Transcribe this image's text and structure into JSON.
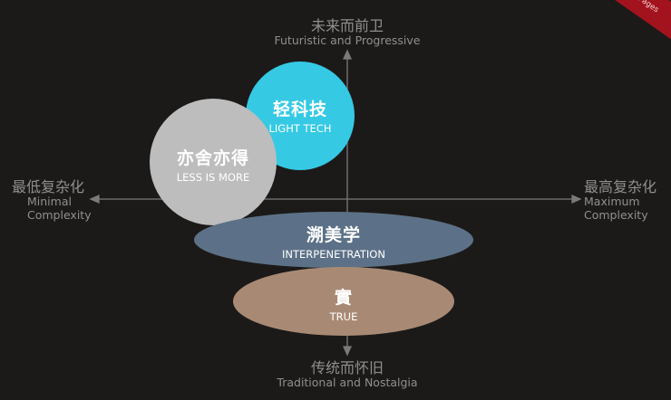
{
  "axes": {
    "top": {
      "zh": "未来而前卫",
      "en": "Futuristic and Progressive"
    },
    "bottom": {
      "zh": "传统而怀旧",
      "en": "Traditional and Nostalgia"
    },
    "left": {
      "zh": "最低复杂化",
      "en_line1": "Minimal",
      "en_line2": "Complexity"
    },
    "right": {
      "zh": "最高复杂化",
      "en_line1": "Maximum",
      "en_line2": "Complexity"
    }
  },
  "shapes": {
    "light_tech": {
      "zh": "轻科技",
      "en": "LIGHT TECH",
      "color": "#35c9e4"
    },
    "less_is_more": {
      "zh": "亦舍亦得",
      "en": "LESS IS MORE",
      "color": "#bdbdbd"
    },
    "interpenetration": {
      "zh": "溯美学",
      "en": "INTERPENETRATION",
      "color": "#5c7187"
    },
    "true": {
      "zh": "實",
      "en": "TRUE",
      "color": "#a88a74"
    }
  },
  "corner_badge": {
    "text": "Pages",
    "color": "#a3131d"
  },
  "colors": {
    "background": "#1c1a19",
    "axis": "#7a7a7a",
    "label": "#8f8f8f"
  }
}
